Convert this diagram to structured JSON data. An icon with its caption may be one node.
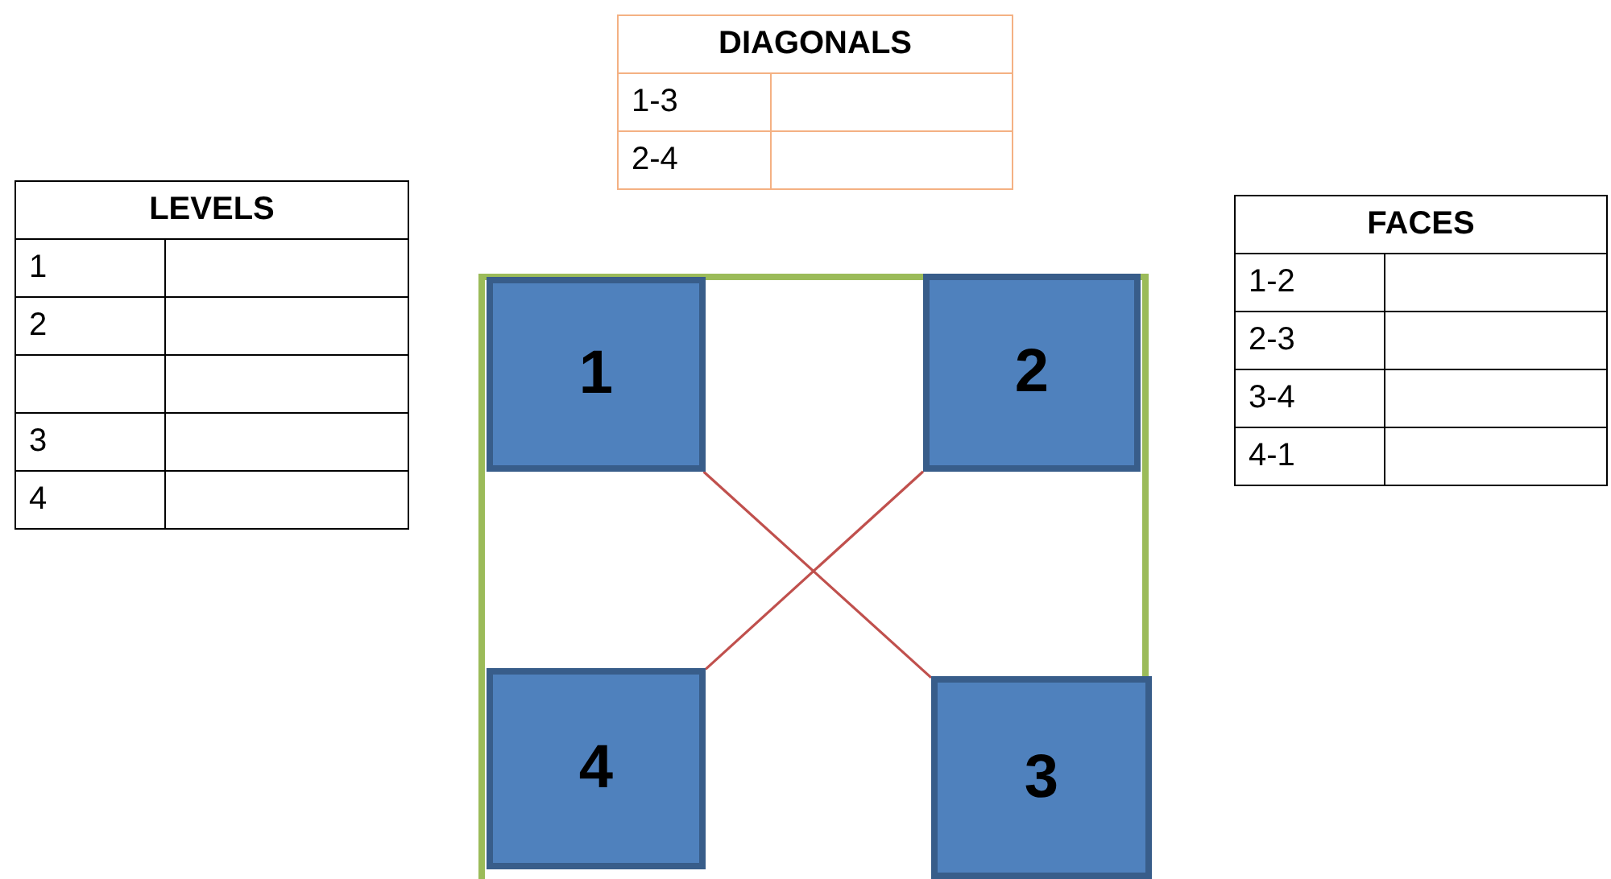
{
  "diagram": {
    "nodes": [
      {
        "text": [],
        "shape": "box"
      },
      {
        "text": [
          "1"
        ],
        "in": 0
      },
      {
        "text": [
          "2"
        ],
        "in": 0
      },
      {
        "text": [
          "4"
        ],
        "in": 0
      },
      {
        "text": [
          "3"
        ],
        "in": 0
      }
    ],
    "edges": [
      {
        "from": 1,
        "to": 4,
        "arrow": "none"
      },
      {
        "from": 2,
        "to": 3,
        "arrow": "none"
      }
    ],
    "labels": [
      "DIAGONALS",
      "1-3",
      "2-4",
      "LEVELS",
      "1",
      "2",
      "3",
      "4",
      "FACES",
      "1-2",
      "2-3",
      "3-4",
      "4-1"
    ]
  }
}
